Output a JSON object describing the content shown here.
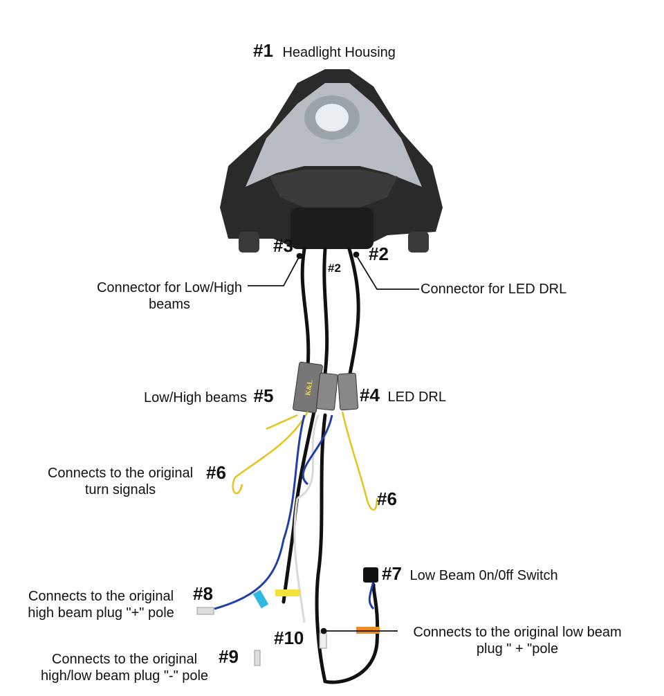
{
  "labels": {
    "n1": "#1",
    "housing": "Headlight Housing",
    "n3": "#3",
    "n2": "#2",
    "n2_small": "#2",
    "conn_low_high_1": "Connector for Low/High",
    "conn_low_high_2": "beams",
    "conn_drl": "Connector for LED DRL",
    "low_high_beams": "Low/High beams",
    "n5": "#5",
    "n4": "#4",
    "led_drl": "LED DRL",
    "turn_1": "Connects to the original",
    "turn_2": "turn signals",
    "n6_left": "#6",
    "n6_right": "#6",
    "n7": "#7",
    "switch": "Low Beam 0n/0ff Switch",
    "high_plus_1": "Connects to the original",
    "high_plus_2": "high beam plug \"+\" pole",
    "n8": "#8",
    "n10": "#10",
    "low_plus_1": "Connects to the original low beam",
    "low_plus_2": "plug \" + \"pole",
    "minus_1": "Connects to the original",
    "minus_2": "high/low beam plug \"-\" pole",
    "n9": "#9",
    "ballast_brand": "K&L"
  },
  "colors": {
    "housing_dark": "#2a2a2a",
    "lens": "#cfd6dc",
    "wire_black": "#111111",
    "wire_yellow": "#e8c21a",
    "wire_blue": "#1f3fa8",
    "wire_white": "#d9d9d9",
    "tag_orange": "#f08a1c",
    "tag_yellow": "#f3e23a",
    "tag_cyan": "#2fb8e0"
  }
}
